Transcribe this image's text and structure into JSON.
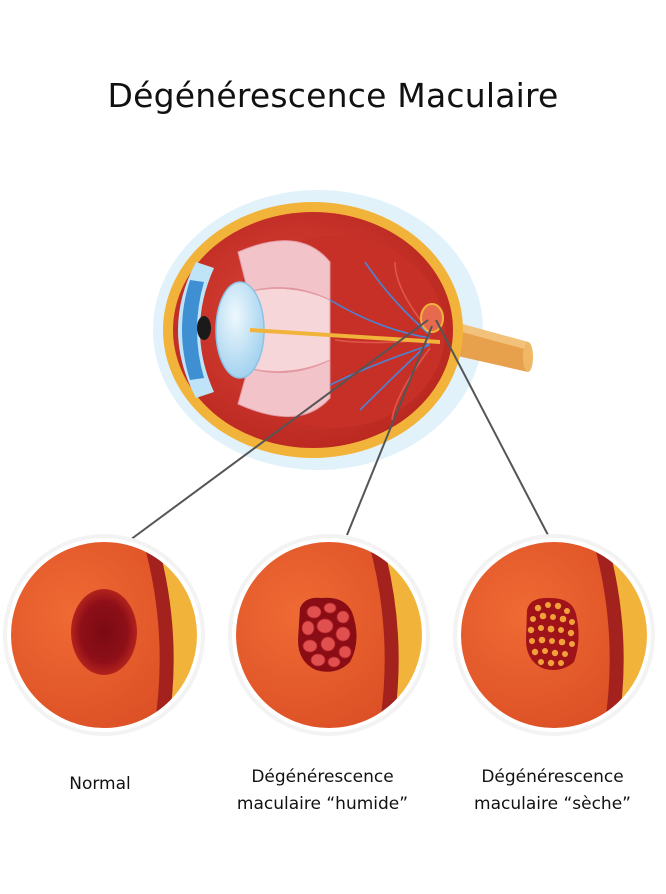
{
  "title": "Dégénérescence Maculaire",
  "panels": [
    {
      "label_line1": "Normal",
      "label_line2": ""
    },
    {
      "label_line1": "Dégénérescence",
      "label_line2": "maculaire “humide”"
    },
    {
      "label_line1": "Dégénérescence",
      "label_line2": "maculaire “sèche”"
    }
  ],
  "colors": {
    "sclera_glow": "#dff1fb",
    "eye_red": "#c93328",
    "choroid_yellow": "#f2b33a",
    "iris_blue": "#3f8fd3",
    "lens_blue": "#bfe3f7",
    "ciliary_pink": "#f2c3c8",
    "macula_dark": "#8e0f18",
    "retina_orange": "#e55a2b"
  }
}
